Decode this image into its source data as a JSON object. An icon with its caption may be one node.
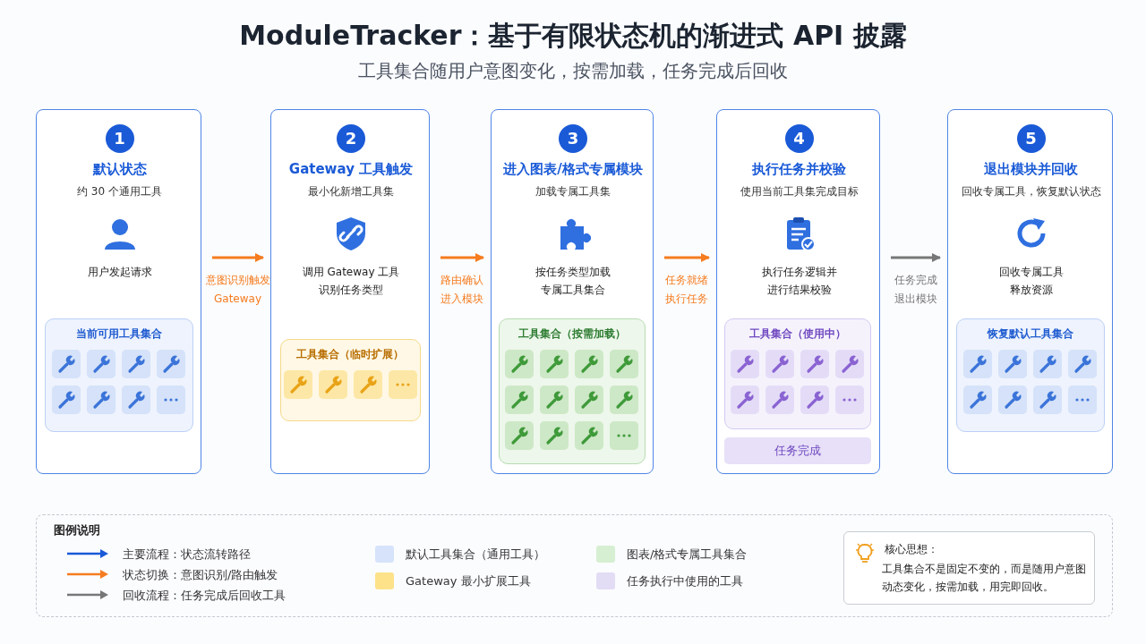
{
  "diagram": {
    "title": "ModuleTracker：基于有限状态机的渐进式 API 披露",
    "caption": "工具集合随用户意图变化，按需加载，任务完成后回收",
    "nodes": [
      {
        "text": [
          "1",
          "默认状态",
          "约 30 个通用工具",
          "用户发起请求"
        ]
      },
      {
        "text": [
          "当前可用工具集合"
        ],
        "in": 0
      },
      {
        "text": [
          "2",
          "Gateway 工具触发",
          "最小化新增工具集",
          "调用 Gateway 工具识别任务类型"
        ]
      },
      {
        "text": [
          "工具集合（临时扩展）"
        ],
        "in": 2
      },
      {
        "text": [
          "3",
          "进入图表/格式专属模块",
          "加载专属工具集",
          "按任务类型加载专属工具集合"
        ]
      },
      {
        "text": [
          "工具集合（按需加载）"
        ],
        "in": 4
      },
      {
        "text": [
          "4",
          "执行任务并校验",
          "使用当前工具集完成目标",
          "执行任务逻辑并进行结果校验"
        ]
      },
      {
        "text": [
          "工具集合（使用中）"
        ],
        "in": 6
      },
      {
        "text": [
          "任务完成"
        ],
        "in": 6
      },
      {
        "text": [
          "5",
          "退出模块并回收",
          "回收专属工具，恢复默认状态",
          "回收专属工具释放资源"
        ]
      },
      {
        "text": [
          "恢复默认工具集合"
        ],
        "in": 9
      },
      {
        "text": [
          "核心思想：",
          "工具集合不是固定不变的，而是随用户意图动态变化，按需加载，用完即回收。"
        ]
      }
    ],
    "edges": [
      {
        "from": 0,
        "to": 2,
        "arrow": "to",
        "label": "意图识别触发 Gateway"
      },
      {
        "from": 2,
        "to": 4,
        "arrow": "to",
        "label": "路由确认进入模块"
      },
      {
        "from": 4,
        "to": 6,
        "arrow": "to",
        "label": "任务就绪执行任务"
      },
      {
        "from": 6,
        "to": 9,
        "arrow": "to",
        "label": "任务完成退出模块",
        "color": "#777777"
      }
    ],
    "labels": [
      "图例说明"
    ],
    "legend": [
      {
        "text": "主要流程：状态流转路径"
      },
      {
        "text": "状态切换：意图识别/路由触发"
      },
      {
        "text": "回收流程：任务完成后回收工具"
      },
      {
        "text": "默认工具集合（通用工具）",
        "color": "#d6e3fa"
      },
      {
        "text": "Gateway 最小扩展工具",
        "color": "#fde28a"
      },
      {
        "text": "图表/格式专属工具集合",
        "color": "#d6efd2"
      },
      {
        "text": "任务执行中使用的工具",
        "color": "#e3dcf5"
      }
    ]
  }
}
